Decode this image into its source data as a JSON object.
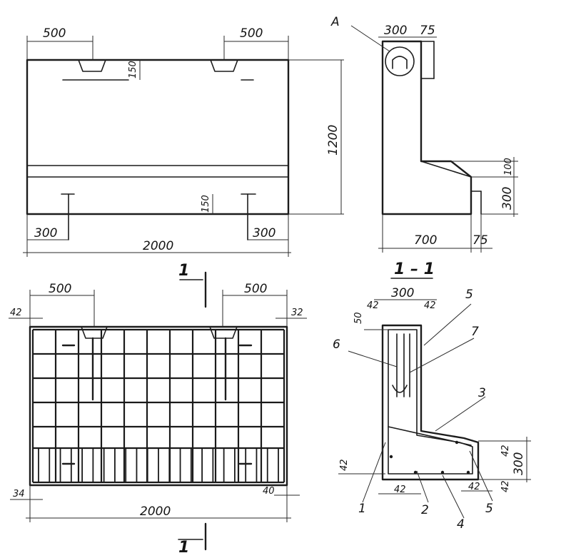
{
  "front_view": {
    "dim_left_notch": "500",
    "dim_right_notch": "500",
    "dim_notch_depth": "150",
    "dim_height": "1200",
    "dim_lower_depth": "150",
    "dim_left_offset": "300",
    "dim_right_offset": "300",
    "dim_length": "2000"
  },
  "side_view": {
    "callout": "A",
    "dim_top_width": "300",
    "dim_lip": "75",
    "dim_slope": "100",
    "dim_base_height": "300",
    "dim_base_width": "700",
    "dim_toe": "75"
  },
  "cut_marker": "1",
  "reinforcement_view": {
    "dim_left_notch": "500",
    "dim_right_notch": "500",
    "dim_left_cover": "42",
    "dim_right_cover": "32",
    "dim_bottom_left": "34",
    "dim_bottom_right": "40",
    "dim_length": "2000"
  },
  "section": {
    "title": "1 – 1",
    "dim_width": "300",
    "dim_cover_left": "42",
    "dim_cover_right": "42",
    "dim_top": "50",
    "dim_bottom_cover": "42",
    "dim_bottom_left": "42",
    "dim_bottom_right": "42",
    "dim_base_cover": "42",
    "dim_height": "300",
    "dim_right_cover": "42",
    "labels": [
      "1",
      "2",
      "3",
      "4",
      "5",
      "5",
      "6",
      "7"
    ]
  }
}
